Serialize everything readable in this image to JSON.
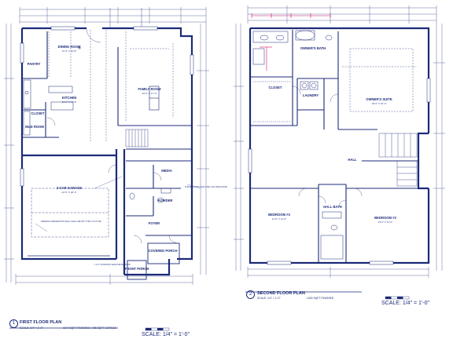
{
  "first_floor": {
    "number": "1",
    "title": "FIRST FLOOR PLAN",
    "scale_note": "SCALE: 1/4\" = 1'-0\"",
    "area_note": "1144 SQFT FINISHED / 406 SQFT GARAGE",
    "scale_big": "SCALE: 1/4\" = 1'-0\"",
    "rooms": {
      "dining": {
        "name": "DINING ROOM",
        "size": "11'-6\" X 13'-8\""
      },
      "pantry": {
        "name": "PANTRY"
      },
      "kitchen": {
        "name": "KITCHEN",
        "size": "13'-0\" X 13'-8\""
      },
      "closet": {
        "name": "CLOSET"
      },
      "mud": {
        "name": "MUD ROOM"
      },
      "family": {
        "name": "FAMILY ROOM",
        "size": "16'-0\" X 17'-0\""
      },
      "garage": {
        "name": "2-CAR GARAGE",
        "size": "22'-6\" X 20'-0\""
      },
      "media": {
        "name": "MEDIA"
      },
      "powder": {
        "name": "POWDER"
      },
      "foyer": {
        "name": "FOYER"
      },
      "front_porch": {
        "name": "FRONT PORCH"
      },
      "covered_porch": {
        "name": "COVERED PORCH"
      }
    }
  },
  "second_floor": {
    "number": "2",
    "title": "SECOND FLOOR PLAN",
    "scale_note": "SCALE: 1/4\" = 1'-0\"",
    "area_note": "1400 SQFT FINISHED",
    "scale_big": "SCALE: 1/4\" = 1'-0\"",
    "rooms": {
      "owners_bath": {
        "name": "OWNER'S BATH"
      },
      "closet": {
        "name": "CLOSET"
      },
      "laundry": {
        "name": "LAUNDRY"
      },
      "owners_suite": {
        "name": "OWNER'S SUITE",
        "size": "18'-0\" X 15'-0\""
      },
      "hall": {
        "name": "HALL"
      },
      "bedroom3": {
        "name": "BEDROOM #3",
        "size": "11'-0\" X 11'-6\""
      },
      "hall_bath": {
        "name": "HALL BATH"
      },
      "bedroom2": {
        "name": "BEDROOM #2",
        "size": "13'-0\" X 11'-0\""
      }
    }
  },
  "notes": {
    "garage_note": "FIREWALL/SEPARATION WALL SHALL BE 5/8\" TYPE X GYP. BD.",
    "stair_note": "THESE STAIRS SHALL BE 1 HR FIRE RATED",
    "porch_note": "1 1/2\" STANDING SEAM METAL ROOF"
  },
  "colors": {
    "ink": "#1c2b78",
    "paper": "#ffffff",
    "redline": "#d0106a"
  }
}
